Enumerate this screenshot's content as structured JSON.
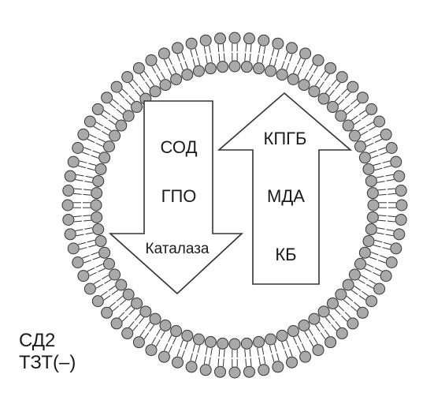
{
  "diagram": {
    "membrane": {
      "name": "lipid-bilayer",
      "head_color": "#a9a9a9",
      "outline_color": "#333333"
    },
    "down_arrow": {
      "direction": "down",
      "labels": [
        "СОД",
        "ГПО",
        "Каталаза"
      ]
    },
    "up_arrow": {
      "direction": "up",
      "labels": [
        "КПГБ",
        "МДА",
        "КБ"
      ]
    },
    "corner_labels": [
      "СД2",
      "ТЗТ(–)"
    ]
  }
}
